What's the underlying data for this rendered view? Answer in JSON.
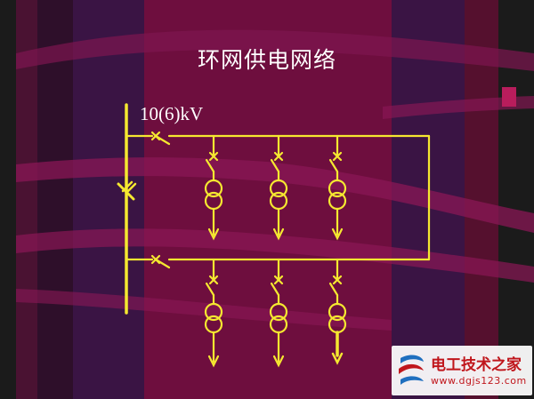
{
  "slide": {
    "title": "环网供电网络",
    "voltage_label": "10(6)kV"
  },
  "watermark": {
    "name": "电工技术之家",
    "url": "www.dgjs123.com"
  },
  "colors": {
    "background_dark": "#1b1b1b",
    "band_purple": "#3a1444",
    "center_maroon": "#6e0e3e",
    "stripe_magenta": "#8a1756",
    "line_yellow": "#f5e830",
    "text_white": "#ffffff",
    "watermark_red": "#c0161c"
  }
}
